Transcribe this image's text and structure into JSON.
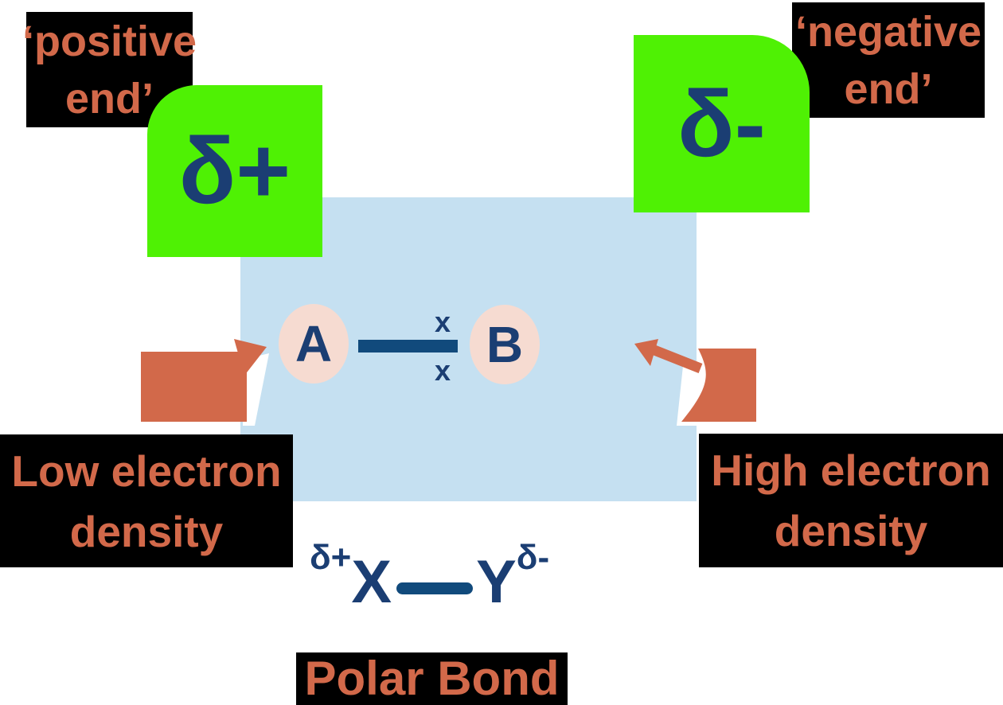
{
  "colors": {
    "orange": "#d2694a",
    "navy": "#1b3e73",
    "bar_navy": "#114a7c",
    "green": "#4ff104",
    "light_blue": "#c5e0f1",
    "pink": "#f6dbd1",
    "black": "#000000",
    "white": "#ffffff"
  },
  "annotations": {
    "positive_end": {
      "line1": "‘positive",
      "line2": "end’"
    },
    "negative_end": {
      "line1": "‘negative",
      "line2": "end’"
    },
    "low_density": {
      "line1": "Low electron",
      "line2": "density"
    },
    "high_density": {
      "line1": "High electron",
      "line2": "density"
    }
  },
  "charges": {
    "delta_plus": "δ+",
    "delta_minus": "δ-"
  },
  "molecule": {
    "atom_a": "A",
    "atom_b": "B",
    "electron_mark_top": "x",
    "electron_mark_bottom": "x"
  },
  "formula": {
    "delta_plus": "δ+",
    "atom_x": "X",
    "atom_y": "Y",
    "delta_minus": "δ-"
  },
  "caption": "Polar Bond"
}
